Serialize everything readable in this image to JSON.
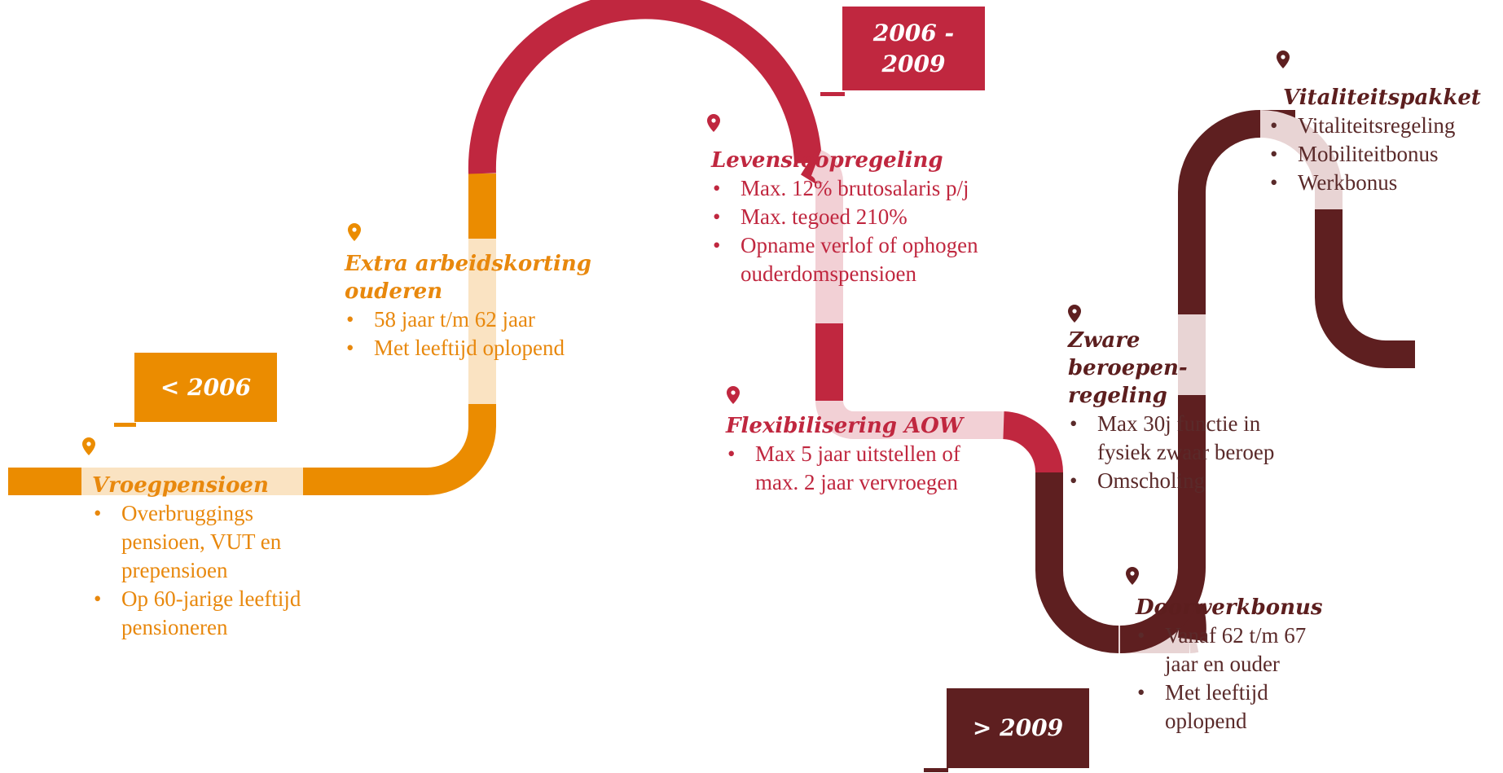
{
  "colors": {
    "orange": "#eb8c00",
    "orange_light": "#fae3c2",
    "red": "#c0273f",
    "red_light": "#f2d0d5",
    "maroon": "#5e1f20",
    "maroon_light": "#e8d4d4"
  },
  "periods": {
    "before_2006": "< 2006",
    "mid": "2006 - 2009",
    "after_2009": "> 2009"
  },
  "milestones": {
    "vroegpensioen": {
      "title": "Vroegpensioen",
      "bullets": [
        "Overbruggings pensioen, VUT en prepensioen",
        "Op 60-jarige leeftijd pensioneren"
      ]
    },
    "arbeidskorting": {
      "title": "Extra arbeidskorting ouderen",
      "bullets": [
        "58 jaar t/m 62 jaar",
        "Met leeftijd oplopend"
      ]
    },
    "levensloop": {
      "title": "Levensloopregeling",
      "bullets": [
        "Max. 12% brutosalaris p/j",
        "Max. tegoed 210%",
        "Opname verlof of ophogen ouderdomspensioen"
      ]
    },
    "aow": {
      "title": "Flexibilisering AOW",
      "bullets": [
        "Max 5 jaar uitstellen of max. 2 jaar vervroegen"
      ]
    },
    "zware": {
      "title": "Zware beroepen-regeling",
      "bullets": [
        "Max 30j functie in fysiek zwaar beroep",
        "Omscholing"
      ]
    },
    "doorwerk": {
      "title": "Doorwerkbonus",
      "bullets": [
        "Vanaf 62 t/m 67 jaar en ouder",
        "Met leeftijd oplopend"
      ]
    },
    "vitaliteit": {
      "title": "Vitaliteitspakket",
      "bullets": [
        "Vitaliteitsregeling",
        "Mobiliteitbonus",
        "Werkbonus"
      ]
    }
  }
}
